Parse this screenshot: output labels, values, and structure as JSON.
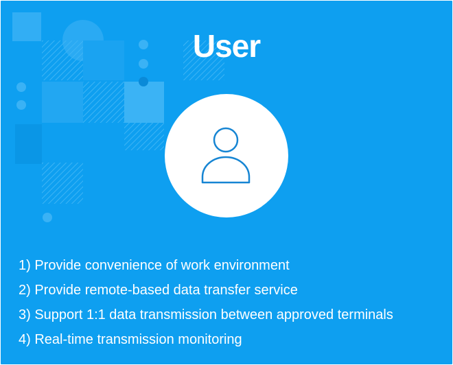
{
  "card": {
    "title": "User",
    "background_color": "#0e9ff0",
    "icon": "user-icon"
  },
  "features": [
    "1) Provide convenience of work environment",
    "2) Provide remote-based data transfer service",
    "3) Support 1:1 data transmission between approved terminals",
    "4) Real-time transmission monitoring"
  ]
}
